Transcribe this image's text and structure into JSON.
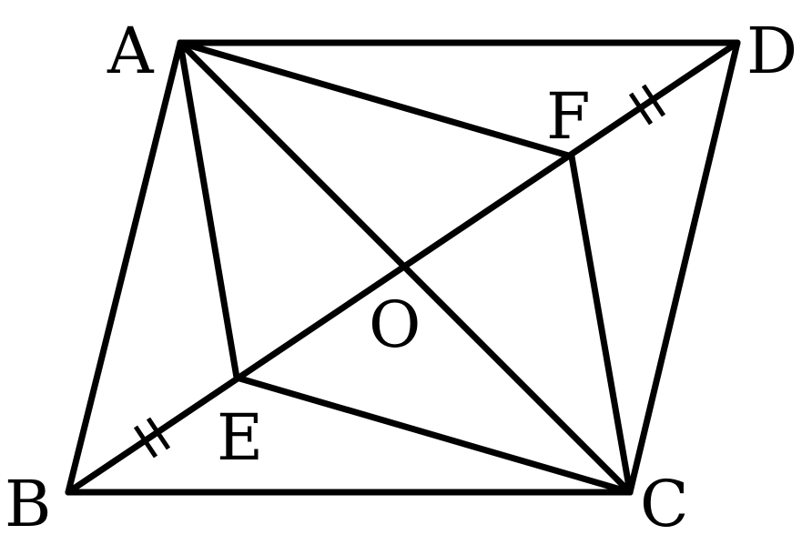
{
  "figure": {
    "type": "geometry",
    "points": {
      "A": "A",
      "B": "B",
      "C": "C",
      "D": "D",
      "E": "E",
      "F": "F",
      "O": "O"
    },
    "segments": [
      [
        "A",
        "D"
      ],
      [
        "D",
        "C"
      ],
      [
        "C",
        "B"
      ],
      [
        "B",
        "A"
      ],
      [
        "A",
        "C"
      ],
      [
        "B",
        "D"
      ],
      [
        "A",
        "E"
      ],
      [
        "E",
        "C"
      ],
      [
        "C",
        "F"
      ],
      [
        "F",
        "A"
      ]
    ],
    "equal_marks": [
      [
        "B",
        "E"
      ],
      [
        "F",
        "D"
      ]
    ],
    "line_color": "#000000"
  }
}
